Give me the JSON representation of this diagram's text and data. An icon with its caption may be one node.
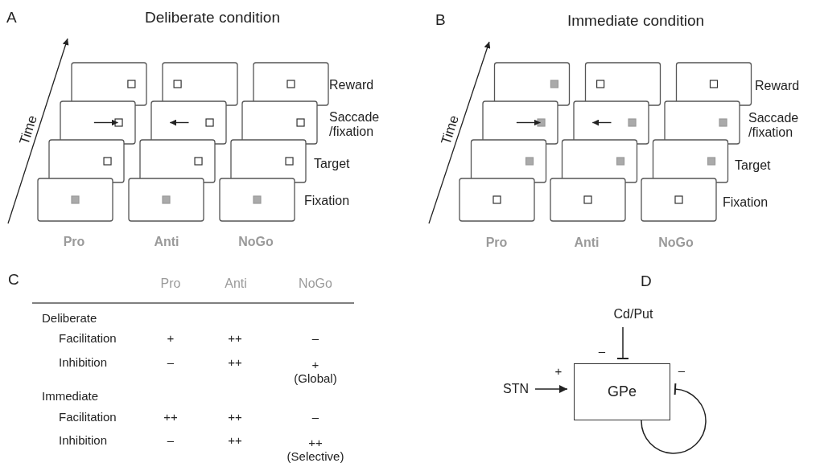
{
  "diagram": {
    "nodes": [
      {
        "text": [
          "Cd/Put"
        ]
      },
      {
        "text": [
          "STN"
        ]
      },
      {
        "text": [
          "GPe"
        ]
      }
    ],
    "edges": [
      {
        "from": 0,
        "to": 2,
        "arrow": "other",
        "label": "–"
      },
      {
        "from": 1,
        "to": 2,
        "arrow": "to",
        "label": "+"
      },
      {
        "from": 2,
        "to": 2,
        "arrow": "other",
        "label": "–"
      }
    ],
    "labels": [
      "A",
      "Deliberate condition",
      "B",
      "Immediate condition",
      "Time",
      "Reward",
      "Saccade /fixation",
      "Target",
      "Fixation",
      "Time",
      "Reward",
      "Saccade /fixation",
      "Target",
      "Fixation",
      "Pro",
      "Anti",
      "NoGo",
      "Pro",
      "Anti",
      "NoGo",
      "C",
      "Pro",
      "Anti",
      "NoGo",
      "D",
      "Deliberate",
      "Facilitation",
      "+",
      "++",
      "–",
      "Inhibition",
      "–",
      "++",
      "+ (Global)",
      "Immediate",
      "Facilitation",
      "++",
      "++",
      "–",
      "Inhibition",
      "–",
      "++",
      "++ (Selective)"
    ]
  }
}
